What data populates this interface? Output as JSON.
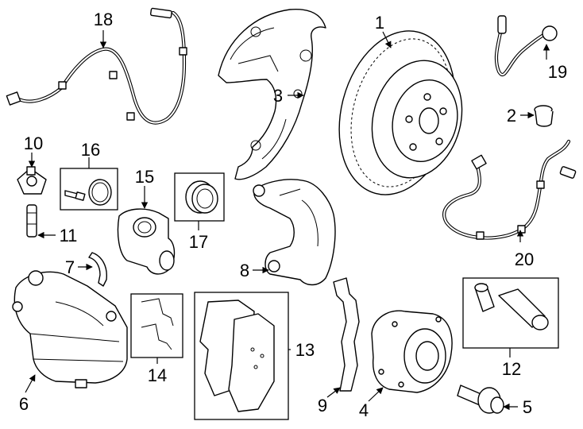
{
  "callouts": {
    "p1": "1",
    "p2": "2",
    "p3": "3",
    "p4": "4",
    "p5": "5",
    "p6": "6",
    "p7": "7",
    "p8": "8",
    "p9": "9",
    "p10": "10",
    "p11": "11",
    "p12": "12",
    "p13": "13",
    "p14": "14",
    "p15": "15",
    "p16": "16",
    "p17": "17",
    "p18": "18",
    "p19": "19",
    "p20": "20"
  }
}
